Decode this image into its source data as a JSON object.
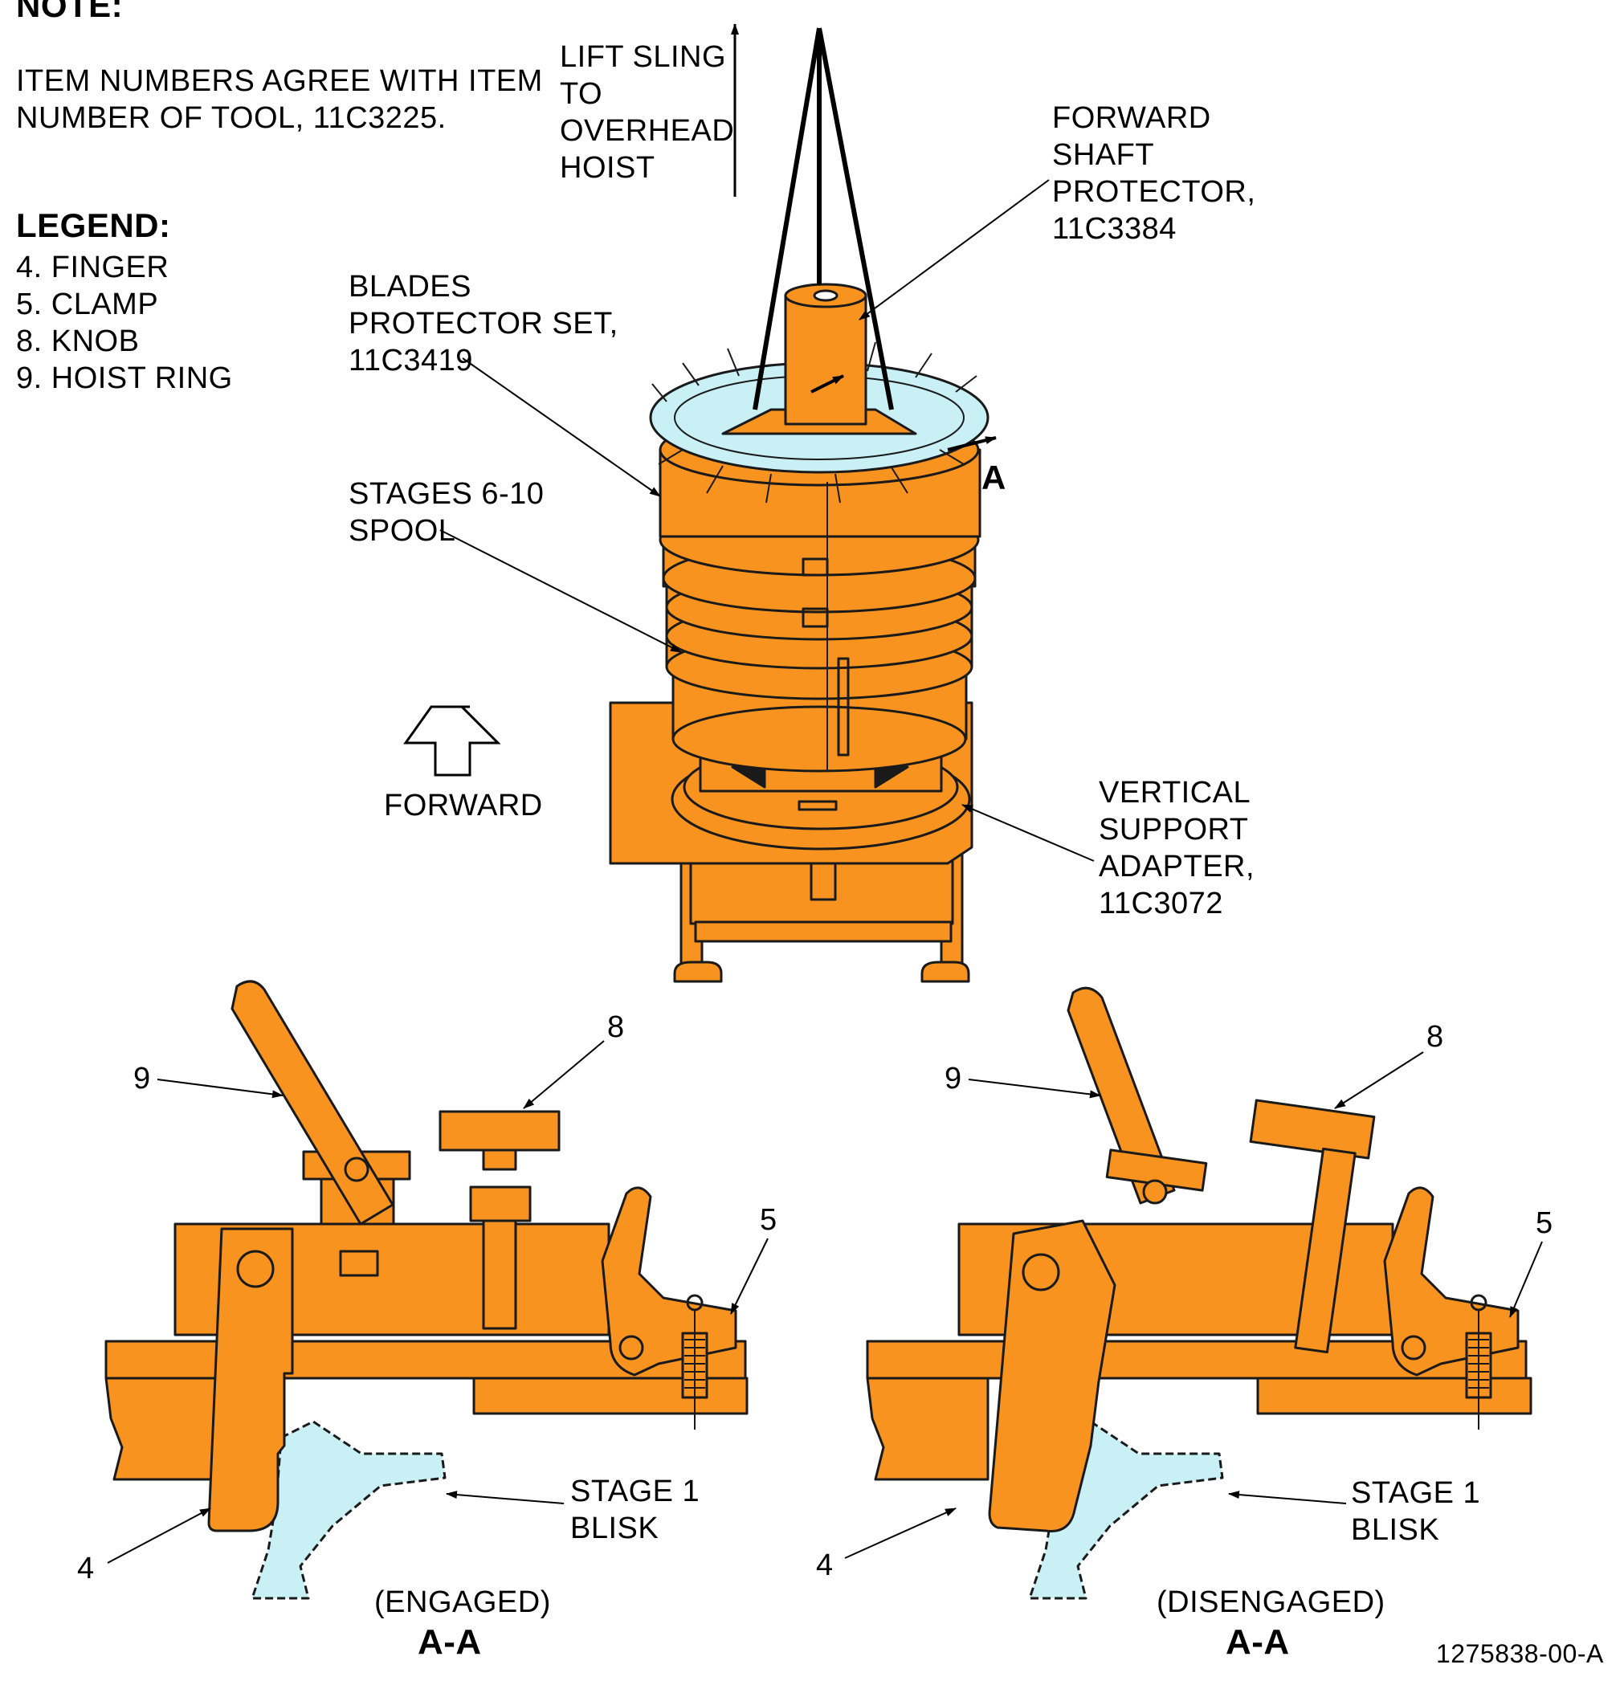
{
  "note": {
    "heading": "NOTE:",
    "line1": "ITEM NUMBERS AGREE WITH ITEM",
    "line2": "NUMBER OF TOOL, 11C3225."
  },
  "legend": {
    "heading": "LEGEND:",
    "items": [
      "4. FINGER",
      "5. CLAMP",
      "8. KNOB",
      "9. HOIST RING"
    ]
  },
  "callouts": {
    "lift_sling": [
      "LIFT SLING",
      "TO",
      "OVERHEAD",
      "HOIST"
    ],
    "forward_shaft": [
      "FORWARD",
      "SHAFT",
      "PROTECTOR,",
      "11C3384"
    ],
    "blades_protector": [
      "BLADES",
      "PROTECTOR SET,",
      "11C3419"
    ],
    "stages_spool": [
      "STAGES 6-10",
      "SPOOL"
    ],
    "forward": "FORWARD",
    "vertical_support": [
      "VERTICAL",
      "SUPPORT",
      "ADAPTER,",
      "11C3072"
    ],
    "section_marker": "A"
  },
  "views": [
    {
      "state": "(ENGAGED)",
      "section": "A-A",
      "items": {
        "finger": "4",
        "clamp": "5",
        "knob": "8",
        "hoist_ring": "9"
      },
      "blisk": [
        "STAGE 1",
        "BLISK"
      ]
    },
    {
      "state": "(DISENGAGED)",
      "section": "A-A",
      "items": {
        "finger": "4",
        "clamp": "5",
        "knob": "8",
        "hoist_ring": "9"
      },
      "blisk": [
        "STAGE 1",
        "BLISK"
      ]
    }
  ],
  "figure_id": "1275838-00-A",
  "colors": {
    "orange": "#F7931E",
    "outline": "#1a1a1a",
    "blade": "#C8F0F5"
  }
}
